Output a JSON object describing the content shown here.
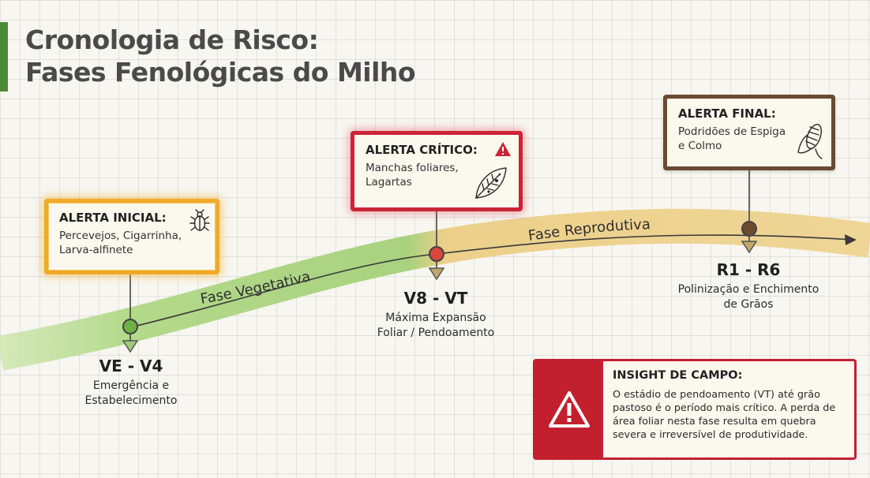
{
  "title": {
    "line1": "Cronologia de Risco:",
    "line2": "Fases Fenológicas do Milho"
  },
  "bands": {
    "vegetative": "Fase Vegetativa",
    "reproductive": "Fase Reprodutiva"
  },
  "alerts": {
    "initial": {
      "title": "ALERTA INICIAL:",
      "line1": "Percevejos, Cigarrinha,",
      "line2": "Larva-alfinete",
      "icon": "beetle-icon"
    },
    "critical": {
      "title": "ALERTA CRÍTICO:",
      "line1": "Manchas foliares,",
      "line2": "Lagartas",
      "icons": [
        "warning-icon",
        "leaf-spot-icon"
      ]
    },
    "final": {
      "title": "ALERTA FINAL:",
      "line1": "Podridões de Espiga",
      "line2": "e Colmo",
      "icon": "corn-cob-icon"
    }
  },
  "phases": {
    "ve": {
      "code": "VE - V4",
      "line1": "Emergência e",
      "line2": "Estabelecimento"
    },
    "v8": {
      "code": "V8 - VT",
      "line1": "Máxima Expansão",
      "line2": "Foliar / Pendoamento"
    },
    "r1": {
      "code": "R1 - R6",
      "line1": "Polinização e Enchimento",
      "line2": "de Grãos"
    }
  },
  "insight": {
    "title": "INSIGHT DE CAMPO:",
    "line1": "O estádio de pendoamento (VT) até grão",
    "line2": "pastoso é o período mais crítico. A perda de",
    "line3": "área foliar nesta fase resulta em quebra",
    "line4": "severa e irreversível de produtividade.",
    "icon": "warning-icon"
  },
  "colors": {
    "vegetative_band": "#a9d27f",
    "reproductive_band": "#ecd08a",
    "initial_alert": "#f0a929",
    "critical_alert": "#cc2436",
    "final_alert": "#6b4a30",
    "title_accent": "#4a8a35"
  }
}
